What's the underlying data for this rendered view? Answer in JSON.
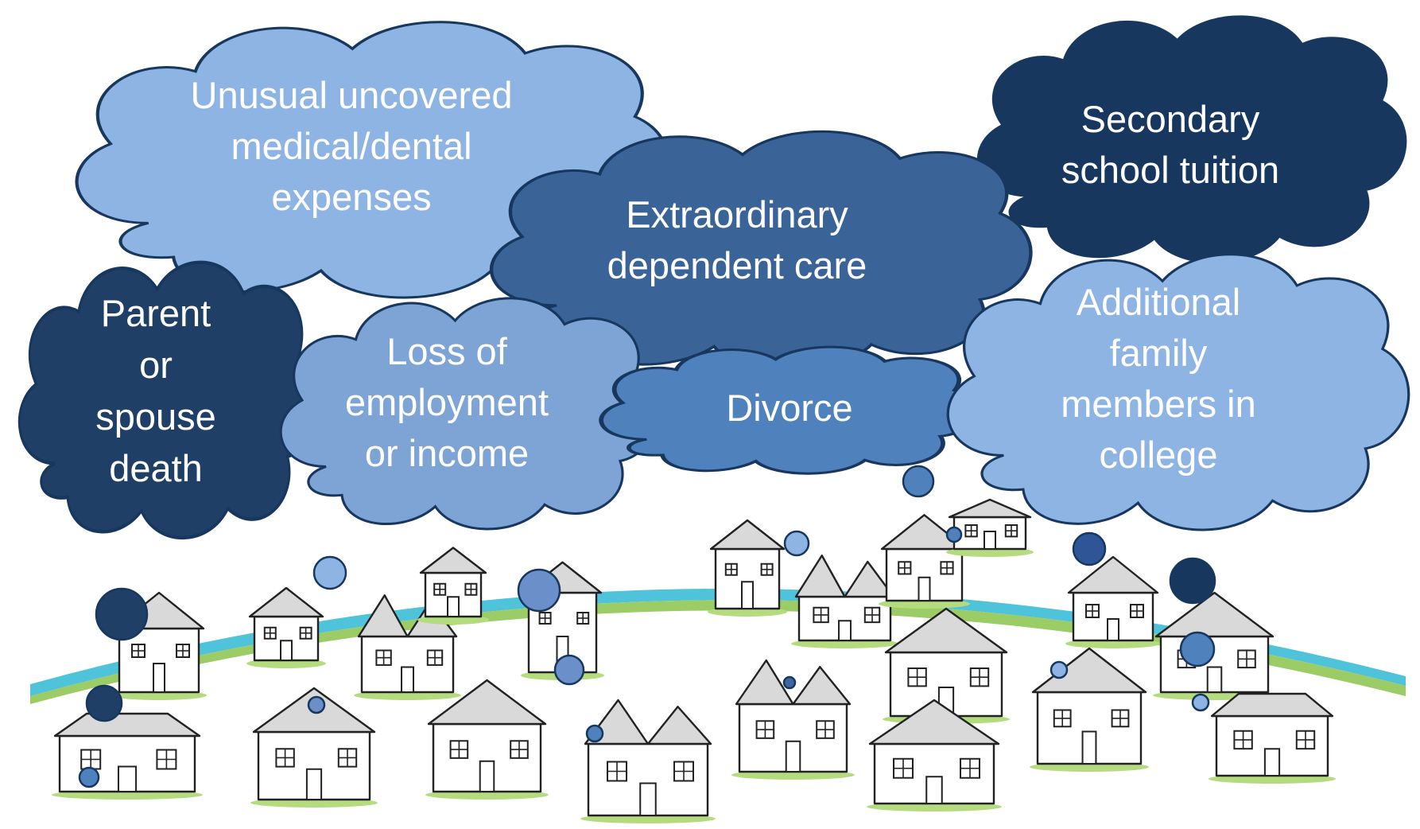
{
  "title": "",
  "palette": {
    "light": "#8eb4e3",
    "mid_light": "#7ea4d6",
    "mid": "#3f66a0",
    "mid_bright": "#4f81bd",
    "dark": "#17375e",
    "cloud_stroke": "#17375e",
    "ground_green": "#9ccc65",
    "ground_teal": "#4fc3d9"
  },
  "clouds": [
    {
      "id": "medical",
      "lines": [
        "Unusual uncovered",
        "medical/dental",
        "expenses"
      ],
      "color": "#8eb4e3"
    },
    {
      "id": "tuition",
      "lines": [
        "Secondary",
        "school tuition"
      ],
      "color": "#17375e"
    },
    {
      "id": "dependent-care",
      "lines": [
        "Extraordinary",
        "dependent care"
      ],
      "color": "#3a6398"
    },
    {
      "id": "parent-death",
      "lines": [
        "Parent",
        "or",
        "spouse",
        "death"
      ],
      "color": "#1f3f66"
    },
    {
      "id": "employment",
      "lines": [
        "Loss of",
        "employment",
        "or income"
      ],
      "color": "#7ea4d6"
    },
    {
      "id": "divorce",
      "lines": [
        "Divorce"
      ],
      "color": "#4f81bd"
    },
    {
      "id": "college",
      "lines": [
        "Additional",
        "family",
        "members in",
        "college"
      ],
      "color": "#8eb4e3"
    }
  ],
  "bubbles": [
    {
      "color": "#1f3f66"
    },
    {
      "color": "#8eb4e3"
    },
    {
      "color": "#6b8fc8"
    },
    {
      "color": "#6b8fc8"
    },
    {
      "color": "#4f81bd"
    },
    {
      "color": "#4f81bd"
    },
    {
      "color": "#2f5597"
    },
    {
      "color": "#17375e"
    },
    {
      "color": "#8eb4e3"
    },
    {
      "color": "#1f3f66"
    },
    {
      "color": "#6b8fc8"
    },
    {
      "color": "#4f81bd"
    },
    {
      "color": "#3f66a0"
    },
    {
      "color": "#8eb4e3"
    },
    {
      "color": "#4f81bd"
    },
    {
      "color": "#8eb4e3"
    },
    {
      "color": "#4f81bd"
    }
  ],
  "houses_count_shown": 20
}
